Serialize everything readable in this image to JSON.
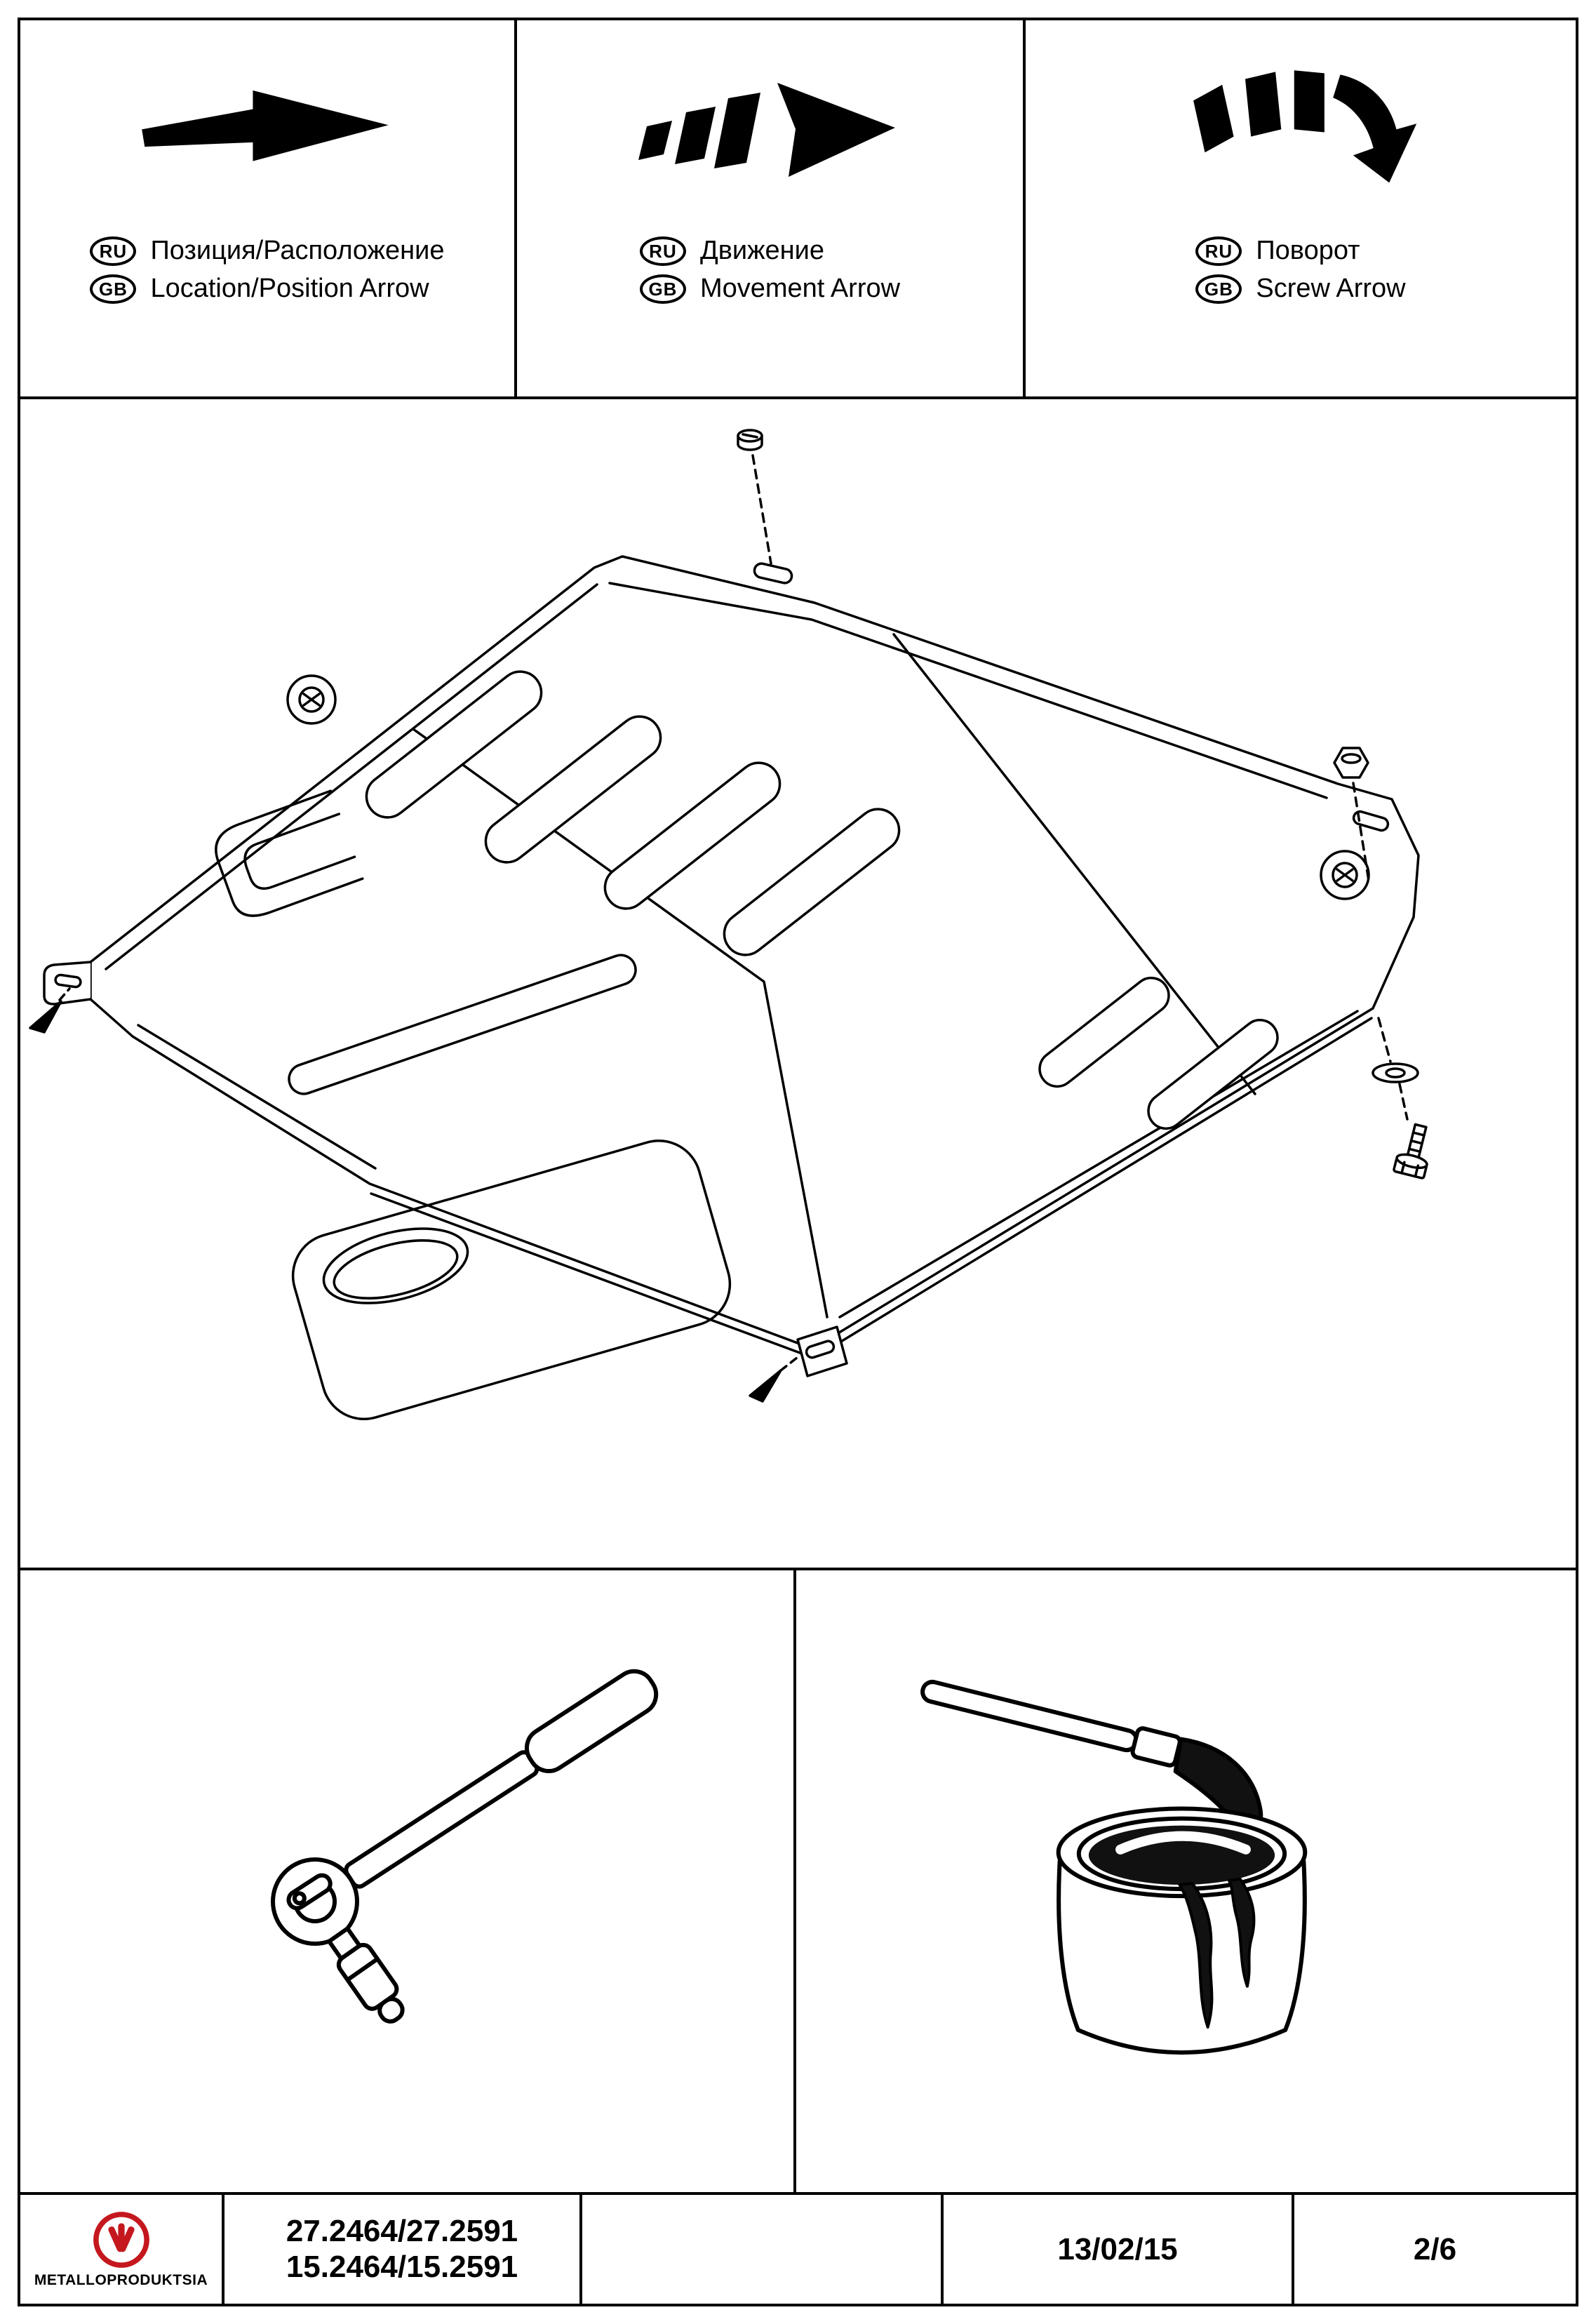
{
  "colors": {
    "line": "#000000",
    "background": "#ffffff",
    "logo_red": "#c4181e",
    "ink": "#111111"
  },
  "legend": {
    "items": [
      {
        "icon": "position-arrow-icon",
        "ru_label": "RU",
        "gb_label": "GB",
        "ru_text": "Позиция/Расположение",
        "gb_text": "Location/Position Arrow"
      },
      {
        "icon": "movement-arrow-icon",
        "ru_label": "RU",
        "gb_label": "GB",
        "ru_text": "Движение",
        "gb_text": "Movement Arrow"
      },
      {
        "icon": "screw-arrow-icon",
        "ru_label": "RU",
        "gb_label": "GB",
        "ru_text": "Поворот",
        "gb_text": "Screw Arrow"
      }
    ]
  },
  "diagram": {
    "subject": "engine skid plate with mounting hardware"
  },
  "tools": {
    "left": "torque-wrench",
    "right": "paint-can-with-brush"
  },
  "footer": {
    "brand": "METALLOPRODUKTSIA",
    "part_numbers": {
      "line1": "27.2464/27.2591",
      "line2": "15.2464/15.2591"
    },
    "date": "13/02/15",
    "page": "2/6"
  }
}
